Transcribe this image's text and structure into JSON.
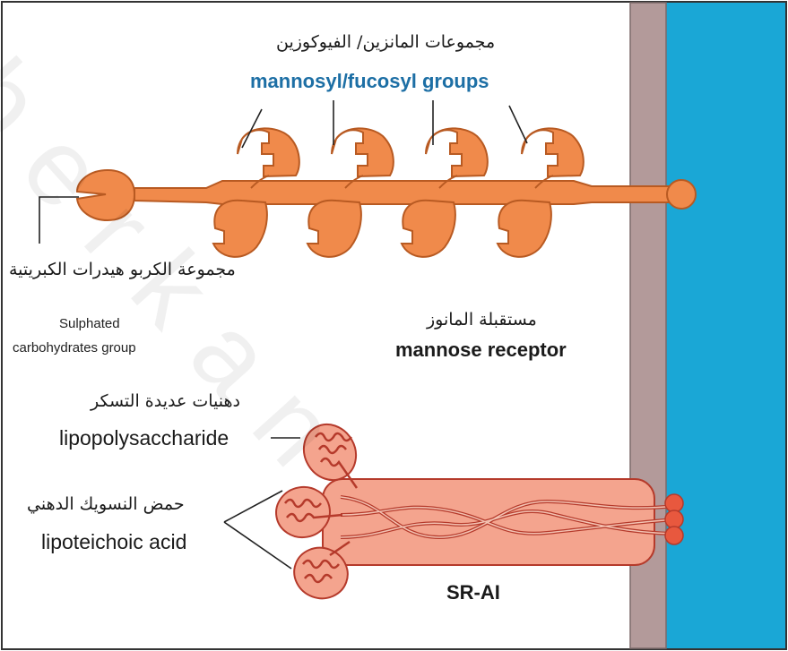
{
  "labels": {
    "mannosyl_ar": "مجموعات المانزين/ الفيوكوزين",
    "mannosyl_en": "mannosyl/fucosyl groups",
    "sulphated_ar": "مجموعة الكربو هيدرات الكبريتية",
    "sulphated_en_line1": "Sulphated",
    "sulphated_en_line2": "carbohydrates group",
    "mannose_ar": "مستقبلة المانوز",
    "mannose_en": "mannose receptor",
    "lps_ar": "دهنيات عديدة التسكر",
    "lps_en": "lipopolysaccharide",
    "lta_ar": "حمض النسويك الدهني",
    "lta_en": "lipoteichoic acid",
    "sr_ai": "SR-AI"
  },
  "watermark": "berkan",
  "colors": {
    "receptor_orange": "#f08a4b",
    "receptor_stroke": "#b85a22",
    "sr_body": "#f4a48e",
    "sr_stroke": "#b53a2b",
    "membrane": "#b39a9a",
    "extracellular_blue": "#1aa7d6",
    "title_blue": "#1d6fa5"
  }
}
